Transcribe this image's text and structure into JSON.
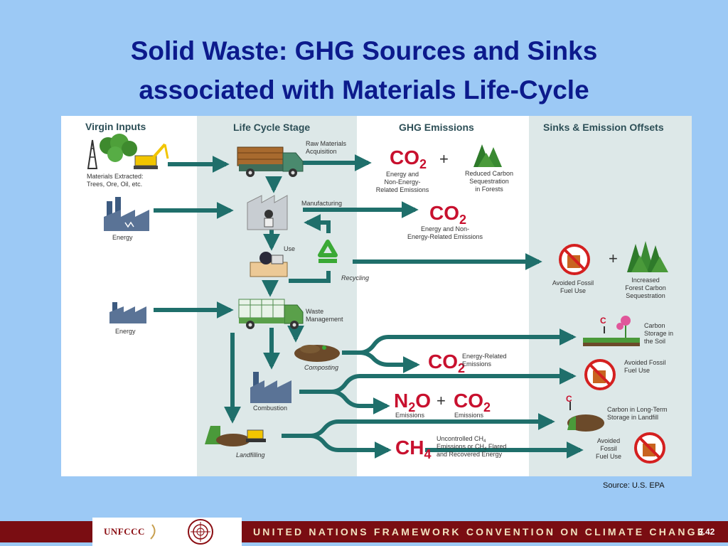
{
  "title": {
    "line1": "Solid Waste: GHG Sources and Sinks",
    "line2": "associated with Materials Life-Cycle"
  },
  "columns": {
    "virgin_inputs": "Virgin Inputs",
    "life_cycle_stage": "Life Cycle Stage",
    "ghg_emissions": "GHG Emissions",
    "sinks_offsets": "Sinks & Emission Offsets"
  },
  "inputs": {
    "materials_l1": "Materials Extracted:",
    "materials_l2": "Trees, Ore, Oil, etc.",
    "energy1": "Energy",
    "energy2": "Energy"
  },
  "stages": {
    "raw_l1": "Raw Materials",
    "raw_l2": "Acquisition",
    "manufacturing": "Manufacturing",
    "use": "Use",
    "recycling": "Recycling",
    "waste_l1": "Waste",
    "waste_l2": "Management",
    "composting": "Composting",
    "combustion": "Combustion",
    "landfilling": "Landfilling"
  },
  "emissions": {
    "co2": "CO",
    "sub2": "2",
    "n2o_n": "N",
    "n2o_o": "O",
    "ch4": "CH",
    "sub4": "4",
    "plus": "+",
    "e1_l1": "Energy and",
    "e1_l2": "Non-Energy-",
    "e1_l3": "Related Emissions",
    "e2_l1": "Energy and Non-",
    "e2_l2": "Energy-Related Emissions",
    "e3_l1": "Energy-Related",
    "e3_l2": "Emissions",
    "e4_n2o": "Emissions",
    "e4_co2": "Emissions",
    "e5_l1": "Uncontrolled CH",
    "e5_l2": "Emissions or CH",
    "e5_l2b": " Flared",
    "e5_l3": "and Recovered Energy"
  },
  "sinks": {
    "reduced_l1": "Reduced Carbon",
    "reduced_l2": "Sequestration",
    "reduced_l3": "in Forests",
    "avoided1_l1": "Avoided Fossil",
    "avoided1_l2": "Fuel Use",
    "increased_l1": "Increased",
    "increased_l2": "Forest Carbon",
    "increased_l3": "Sequestration",
    "soil_l1": "Carbon",
    "soil_l2": "Storage in",
    "soil_l3": "the Soil",
    "soil_c": "C",
    "avoided2_l1": "Avoided Fossil",
    "avoided2_l2": "Fuel Use",
    "landfill_l1": "Carbon in Long-Term",
    "landfill_l2": "Storage in Landfill",
    "landfill_c": "C",
    "avoided3_l1": "Avoided",
    "avoided3_l2": "Fossil",
    "avoided3_l3": "Fuel Use"
  },
  "source": "Source: U.S. EPA",
  "footer": {
    "logo_text": "UNFCCC",
    "banner": "UNITED NATIONS FRAMEWORK CONVENTION ON CLIMATE CHANGE",
    "page_number": "3.42"
  },
  "colors": {
    "title": "#0c1a8c",
    "background": "#9cc9f5",
    "arrow": "#1f6f6b",
    "co2_red": "#c8102e",
    "footer_band": "#7a0d12"
  }
}
